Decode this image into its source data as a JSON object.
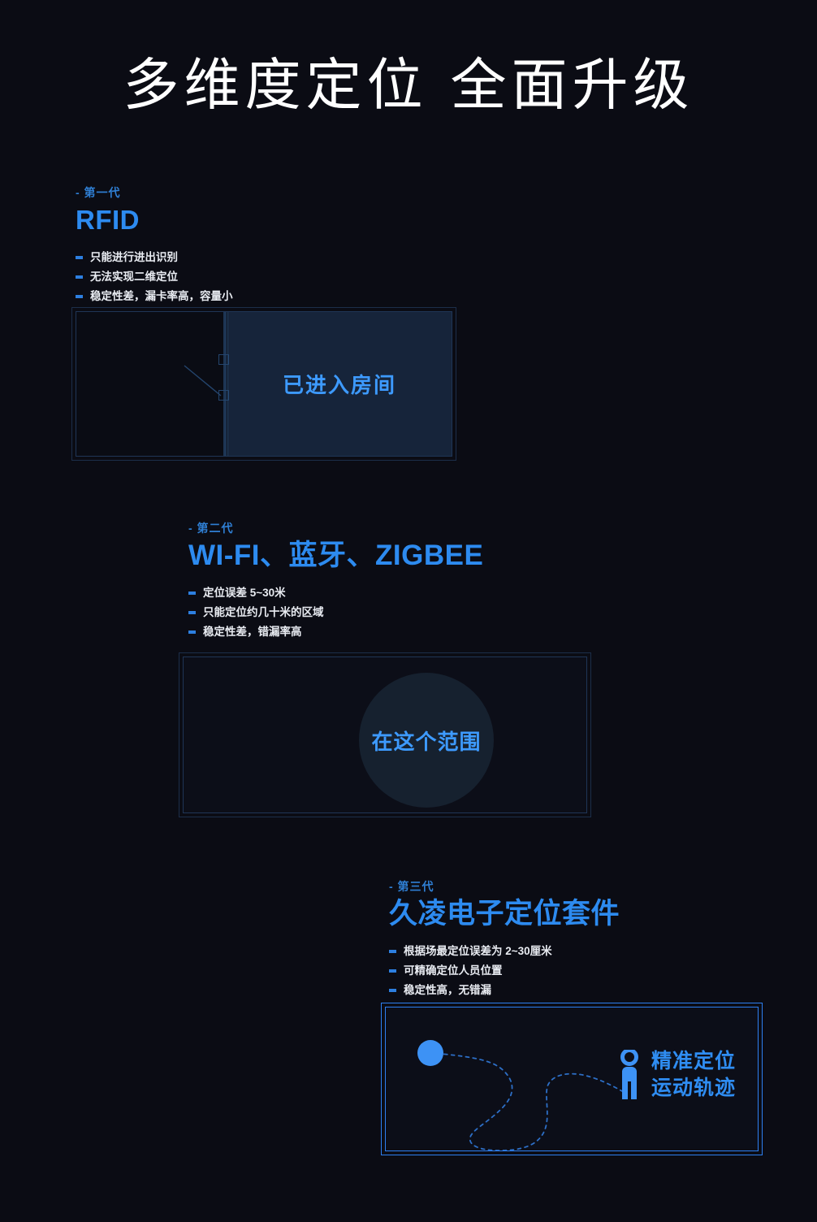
{
  "page": {
    "title": "多维度定位 全面升级",
    "background_color": "#0b0c14",
    "accent_color": "#2d8bf0",
    "text_color": "#e9ecf2"
  },
  "sections": [
    {
      "generation_label": "- 第一代",
      "title": "RFID",
      "bullets": [
        "只能进行进出识别",
        "无法实现二维定位",
        "稳定性差，漏卡率高，容量小"
      ],
      "illustration": {
        "type": "room-door",
        "caption": "已进入房间",
        "border_color": "#1c2e4a",
        "room_fill": "#16243a"
      }
    },
    {
      "generation_label": "- 第二代",
      "title": "WI-FI、蓝牙、ZIGBEE",
      "bullets": [
        "定位误差 5~30米",
        "只能定位约几十米的区域",
        "稳定性差，错漏率高"
      ],
      "illustration": {
        "type": "range-circle",
        "caption": "在这个范围",
        "border_color": "#1c2e4a",
        "circle_fill": "#16212f"
      }
    },
    {
      "generation_label": "- 第三代",
      "title": "久凌电子定位套件",
      "bullets": [
        "根据场最定位误差为 2~30厘米",
        "可精确定位人员位置",
        "稳定性高，无错漏"
      ],
      "illustration": {
        "type": "trajectory",
        "caption_line1": "精准定位",
        "caption_line2": "运动轨迹",
        "border_color": "#2d7ff0",
        "dot_color": "#3d92f5",
        "person_icon": "person-icon",
        "path_style": "dashed"
      }
    }
  ]
}
